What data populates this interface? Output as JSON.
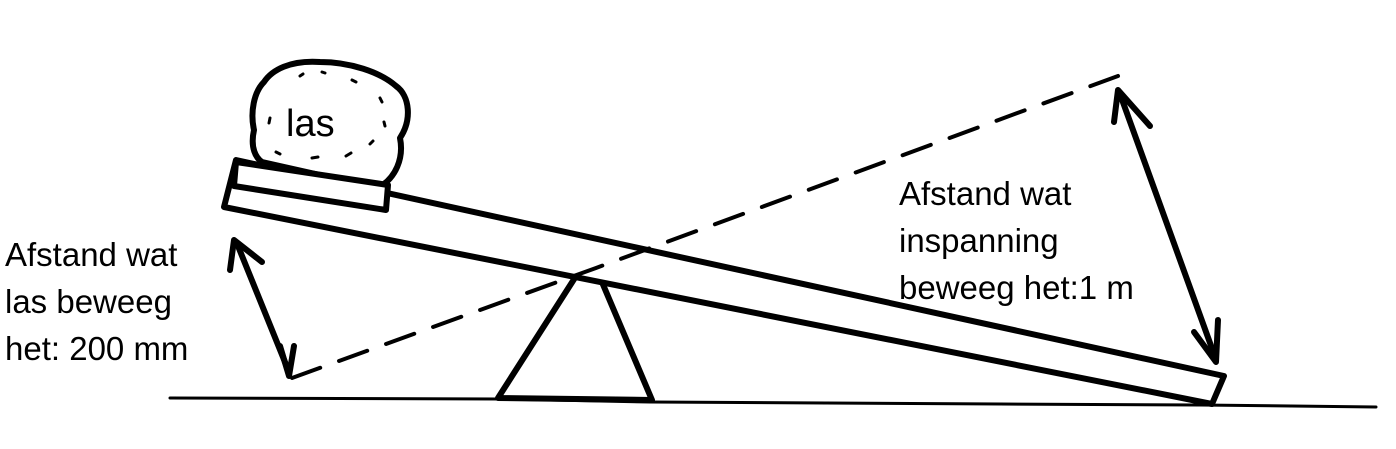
{
  "load_label": "las",
  "load_note": {
    "line1": "Afstand wat",
    "line2": "las beweeg",
    "line3": "het: 200 mm"
  },
  "effort_note": {
    "line1": "Afstand wat",
    "line2": "inspanning",
    "line3": "beweeg het:1 m"
  },
  "colors": {
    "ink": "#000000",
    "background": "#ffffff"
  }
}
